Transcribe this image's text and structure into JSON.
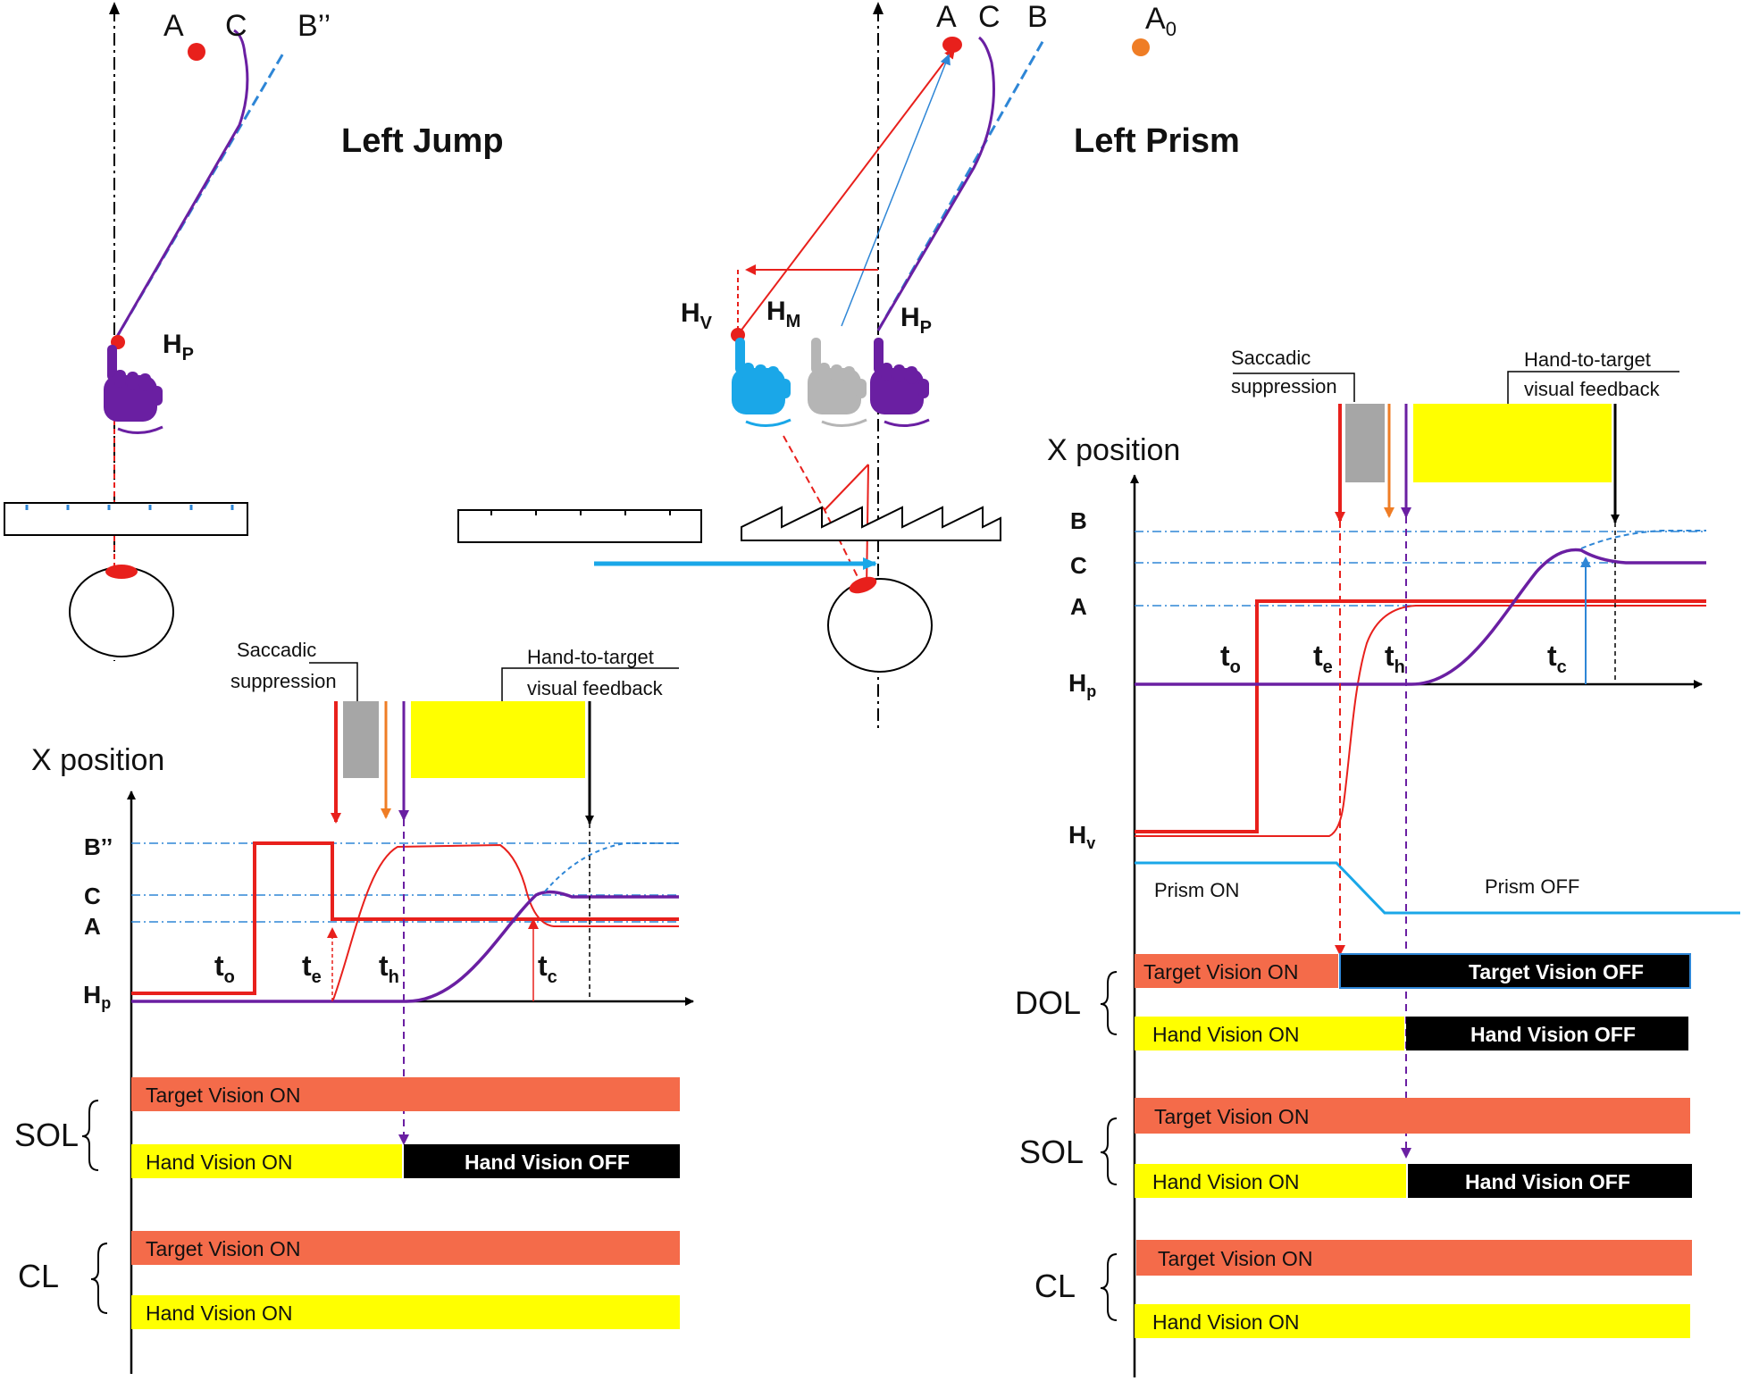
{
  "colors": {
    "target_on": "#f46b4a",
    "hand_on": "#ffff00",
    "off": "#000000",
    "red": "#e8201c",
    "purple": "#6a1fa2",
    "blue": "#2e86d6",
    "cyan": "#1aa7e8",
    "orange": "#ef7d25",
    "gray": "#a6a6a6"
  },
  "icons": {
    "hand_proprio": "pointing-hand-purple-icon",
    "hand_visual": "pointing-hand-cyan-icon",
    "hand_motor": "pointing-hand-gray-icon",
    "eye": "eye-circle-icon"
  },
  "left": {
    "title": "Left Jump",
    "top_labels": {
      "a": "A",
      "c": "C",
      "b2": "B’’",
      "hp_main": "H",
      "hp_sub": "P"
    },
    "saccadic": "Saccadic\nsuppression",
    "feedback": "Hand-to-target\nvisual feedback",
    "x_position": "X position",
    "y_labels": {
      "b2": "B’’",
      "c": "C",
      "a": "A",
      "hp_main": "H",
      "hp_sub": "p"
    },
    "t_labels": {
      "to": [
        "t",
        "o"
      ],
      "te": [
        "t",
        "e"
      ],
      "th": [
        "t",
        "h"
      ],
      "tc": [
        "t",
        "c"
      ]
    },
    "conditions": {
      "sol": {
        "label": "SOL",
        "target": "Target Vision ON",
        "hand_on": "Hand Vision  ON",
        "hand_off": "Hand   Vision  OFF"
      },
      "cl": {
        "label": "CL",
        "target": "Target Vision ON",
        "hand_on": "Hand Vision  ON"
      }
    }
  },
  "right": {
    "title": "Left Prism",
    "top_labels": {
      "a": "A",
      "c": "C",
      "b": "B",
      "a0_main": "A",
      "a0_sub": "0",
      "hv_main": "H",
      "hv_sub": "V",
      "hm_main": "H",
      "hm_sub": "M",
      "hp_main": "H",
      "hp_sub": "P"
    },
    "saccadic": "Saccadic\nsuppression",
    "feedback": "Hand-to-target\nvisual feedback",
    "x_position": "X position",
    "y_labels": {
      "b": "B",
      "c": "C",
      "a": "A",
      "hp_main": "H",
      "hp_sub": "p",
      "hv_main": "H",
      "hv_sub": "v"
    },
    "t_labels": {
      "to": [
        "t",
        "o"
      ],
      "te": [
        "t",
        "e"
      ],
      "th": [
        "t",
        "h"
      ],
      "tc": [
        "t",
        "c"
      ]
    },
    "prism_on": "Prism ON",
    "prism_off": "Prism OFF",
    "conditions": {
      "dol": {
        "label": "DOL",
        "target_on": "Target Vision ON",
        "target_off": "Target Vision  OFF",
        "hand_on": "Hand Vision  ON",
        "hand_off": "Hand Vision  OFF"
      },
      "sol": {
        "label": "SOL",
        "target": "Target Vision ON",
        "hand_on": "Hand Vision  ON",
        "hand_off": "Hand Vision  OFF"
      },
      "cl": {
        "label": "CL",
        "target": "Target Vision ON",
        "hand_on": "Hand Vision  ON"
      }
    }
  }
}
